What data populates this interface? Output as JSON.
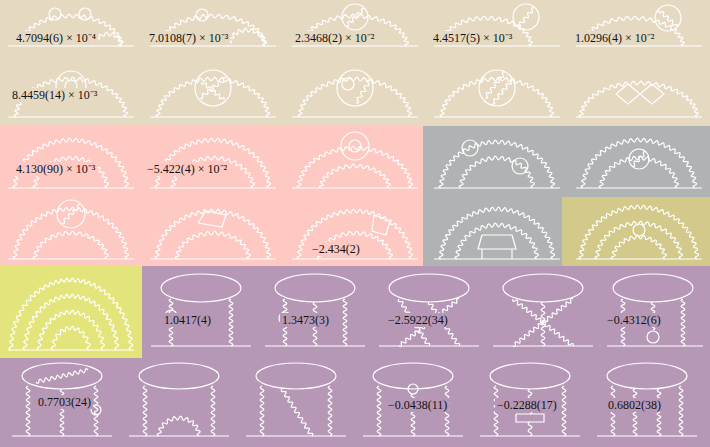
{
  "diagram": {
    "labels": [
      "4.7094(6) × 10⁻⁴",
      "7.0108(7) × 10⁻³",
      "2.3468(2) × 10⁻²",
      "4.4517(5) × 10⁻³",
      "1.0296(4) × 10⁻²",
      "8.4459(14) × 10⁻³",
      "4.130(90) × 10⁻³",
      "−5.422(4) × 10⁻²",
      "−2.434(2)",
      "1.0417(4)",
      "1.3473(3)",
      "−2.5922(34)",
      "−0.4312(6)",
      "0.7703(24)",
      "−0.0438(11)",
      "−0.2288(17)",
      "0.6802(38)"
    ]
  }
}
